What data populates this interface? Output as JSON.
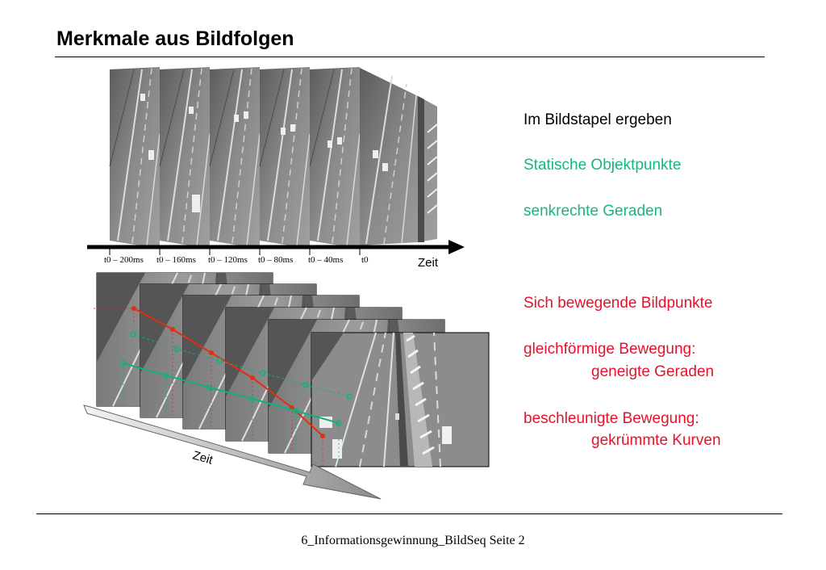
{
  "slide": {
    "title": "Merkmale aus Bildfolgen",
    "footer": "6_Informationsgewinnung_BildSeq Seite 2"
  },
  "upper_figure": {
    "time_ticks": [
      "t0 – 200ms",
      "t0 – 160ms",
      "t0 – 120ms",
      "t0 – 80ms",
      "t0 – 40ms",
      "t0"
    ],
    "axis_label": "Zeit"
  },
  "lower_figure": {
    "axis_label": "Zeit"
  },
  "text": {
    "intro": "Im Bildstapel ergeben",
    "static_heading": "Statische Objektpunkte",
    "static_desc": "senkrechte Geraden",
    "moving_heading": "Sich bewegende Bildpunkte",
    "uniform_label": "gleichförmige Bewegung:",
    "uniform_desc": "geneigte Geraden",
    "accel_label": "beschleunigte Bewegung:",
    "accel_desc": "gekrümmte Kurven"
  },
  "colors": {
    "static": "#14b87a",
    "moving": "#e8102a",
    "track_red": "#e03010",
    "track_green": "#10b080"
  }
}
